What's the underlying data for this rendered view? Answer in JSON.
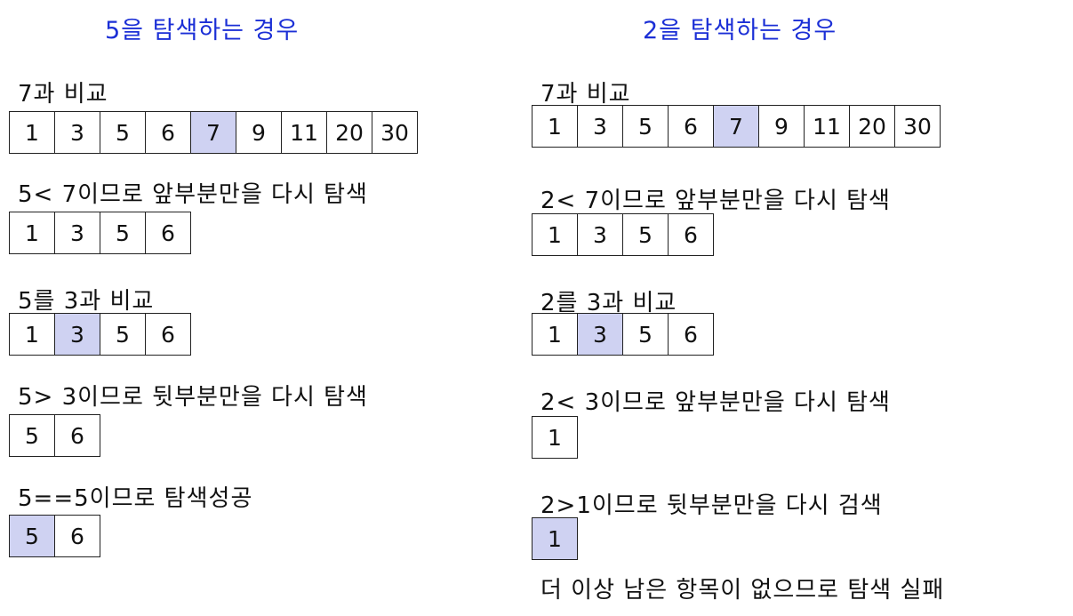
{
  "left": {
    "title": "5을 탐색하는 경우",
    "steps": [
      {
        "caption": "7과 비교",
        "cells": [
          "1",
          "3",
          "5",
          "6",
          "7",
          "9",
          "11",
          "20",
          "30"
        ],
        "highlight": [
          4
        ]
      },
      {
        "caption": "5< 7이므로 앞부분만을 다시 탐색",
        "cells": [
          "1",
          "3",
          "5",
          "6"
        ],
        "highlight": []
      },
      {
        "caption": "5를 3과 비교",
        "cells": [
          "1",
          "3",
          "5",
          "6"
        ],
        "highlight": [
          1
        ]
      },
      {
        "caption": "5> 3이므로 뒷부분만을 다시 탐색",
        "cells": [
          "5",
          "6"
        ],
        "highlight": []
      },
      {
        "caption": "5==5이므로 탐색성공",
        "cells": [
          "5",
          "6"
        ],
        "highlight": [
          0
        ]
      }
    ]
  },
  "right": {
    "title": "2을 탐색하는 경우",
    "steps": [
      {
        "caption": "7과 비교",
        "cells": [
          "1",
          "3",
          "5",
          "6",
          "7",
          "9",
          "11",
          "20",
          "30"
        ],
        "highlight": [
          4
        ]
      },
      {
        "caption": "2< 7이므로 앞부분만을 다시 탐색",
        "cells": [
          "1",
          "3",
          "5",
          "6"
        ],
        "highlight": []
      },
      {
        "caption": "2를 3과 비교",
        "cells": [
          "1",
          "3",
          "5",
          "6"
        ],
        "highlight": [
          1
        ]
      },
      {
        "caption": "2< 3이므로 앞부분만을 다시 탐색",
        "cells": [
          "1"
        ],
        "highlight": []
      },
      {
        "caption": "2>1이므로 뒷부분만을 다시 검색",
        "cells": [
          "1"
        ],
        "highlight": [
          0
        ]
      }
    ],
    "final_caption": "더 이상 남은 항목이 없으므로 탐색 실패"
  },
  "colors": {
    "title": "#1b2fd6",
    "highlight": "#cfd2f2",
    "border": "#222222"
  }
}
